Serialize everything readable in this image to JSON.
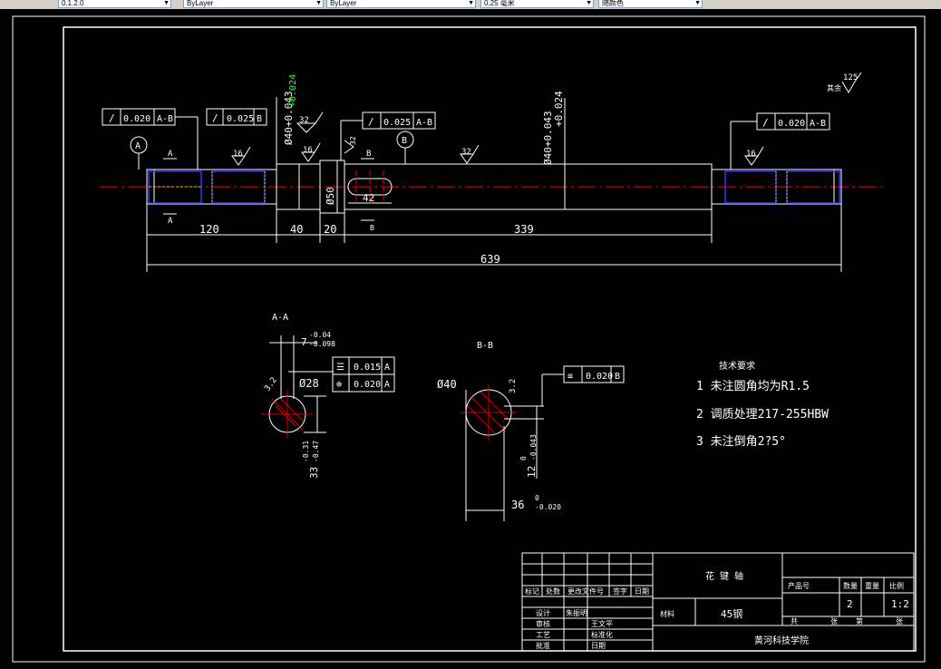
{
  "toolbar": {
    "layer_value": "0.1.2.0",
    "linetype_value": "ByLayer",
    "lineweight_value": "ByLayer",
    "thickness_value": "0.25 毫米",
    "color_value": "随颜色"
  },
  "drawing": {
    "roughness_symbol_top": "125",
    "roughness_label": "其余",
    "tol_a_b_1": "0.020",
    "tol_a_b_1_ref": "A-B",
    "tol_b_1": "0.025",
    "tol_b_1_ref": "B",
    "tol_a_b_2": "0.025",
    "tol_a_b_2_ref": "A-B",
    "tol_a_b_3": "0.020",
    "tol_a_b_3_ref": "A-B",
    "datum_a": "A",
    "datum_b": "B",
    "dia40_upper": "Ø40+0.043",
    "dia40_upper_lo": "+0.024",
    "dia40_mid": "Ø40+0.043",
    "dia40_mid_lo": "+0.024",
    "dia50": "Ø50",
    "rough_32a": "32",
    "rough_32b": "32",
    "rough_32c": "32",
    "rough_16a": "16",
    "rough_16b": "16",
    "rough_16c": "16",
    "keyway_len": "42",
    "section_a": "A",
    "section_b": "B",
    "dim_120": "120",
    "dim_40": "40",
    "dim_20": "20",
    "dim_339": "339",
    "dim_639": "639",
    "section_aa_title": "A-A",
    "section_bb_title": "B-B",
    "aa_width": "7",
    "aa_width_tol_hi": "-0.04",
    "aa_width_tol_lo": "-0.098",
    "aa_flat_val": "0.015",
    "aa_flat_ref": "A",
    "aa_pos_val": "0.020",
    "aa_pos_ref": "A",
    "aa_dia": "Ø28",
    "aa_rough": "3.2",
    "aa_depth": "33",
    "aa_depth_hi": "-0.31",
    "aa_depth_lo": "-0.47",
    "bb_dia": "Ø40",
    "bb_rough": "3.2",
    "bb_sym_val": "0.020",
    "bb_sym_ref": "B",
    "bb_width": "12",
    "bb_width_hi": "0",
    "bb_width_lo": "-0.043",
    "bb_depth": "36",
    "bb_depth_hi": "0",
    "bb_depth_lo": "-0.020"
  },
  "notes": {
    "title": "技术要求",
    "item1": "1  未注圆角均为R1.5",
    "item2": "2  调质处理217-255HBW",
    "item3": "3  未注倒角2?5°"
  },
  "titleblock": {
    "part_name": "花 键 轴",
    "material_label": "材料",
    "material": "45钢",
    "school": "黄河科技学院",
    "qty_label": "数量",
    "weight_label": "重量",
    "scale_label": "比例",
    "qty": "2",
    "scale": "1:2",
    "product_label": "产品号",
    "sheet_total": "共",
    "sheet_cur": "张",
    "sheet_no": "第",
    "sheet_no2": "张",
    "row_label_1": "标记",
    "row_label_2": "处数",
    "row_label_3": "更改文件号",
    "row_label_4": "签字",
    "row_label_5": "日期",
    "design_label": "设计",
    "designer": "朱振明",
    "check_label": "审核",
    "check_val": "王文平",
    "process_label": "工艺",
    "process_val": "标准化",
    "approve_label": "批准",
    "approve_val": "日期"
  }
}
